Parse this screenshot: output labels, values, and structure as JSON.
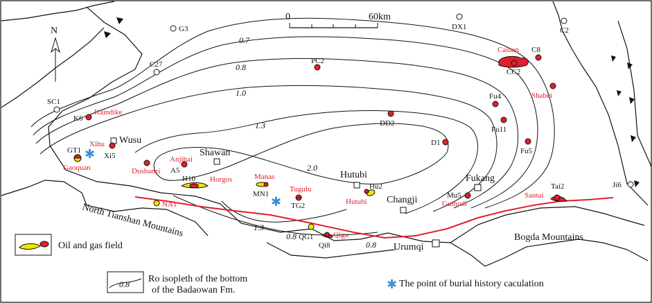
{
  "scale": {
    "start": "0",
    "end": "60km"
  },
  "north": "N",
  "colors": {
    "oil": "#e0202a",
    "gas": "#f2e600",
    "fault": "#e0202a",
    "burial": "#3a8fd6"
  },
  "isolines": {
    "l07": "0.7",
    "l08a": "0.8",
    "l10": "1.0",
    "l13a": "1.3",
    "l20": "2.0",
    "l13b": "1.3",
    "l08b": "0.8",
    "l08c": "0.8"
  },
  "regions": {
    "north_tianshan": "North Tianshan Mountains",
    "bogda": "Bogda Mountains"
  },
  "towns": {
    "wusu": "Wusu",
    "shawan": "Shawan",
    "hutubi": "Hutubi",
    "fukang": "Fukang",
    "changji": "Changji",
    "urumqi": "Urumqi"
  },
  "wells": {
    "g3": "G3",
    "c27": "C27",
    "sc1": "SC1",
    "k6": "K6",
    "gt1": "GT1",
    "xi5": "Xi5",
    "a5": "A5",
    "h10": "H10",
    "mn1": "MN1",
    "tg2": "TG2",
    "qg1": "QG1",
    "qi8": "Qi8",
    "hu2": "Hu2",
    "mu5": "Mu5",
    "pc2": "PC2",
    "dd2": "DD2",
    "d1": "D1",
    "fu4": "Fu4",
    "fu11": "Fu11",
    "fu5": "Fu5",
    "dx1": "DX1",
    "c2": "C2",
    "c8": "C8",
    "cc2": "CC2",
    "ji6": "Ji6",
    "tai2": "Tai2"
  },
  "fields": {
    "kaindike": "Kaindike",
    "xihu": "Xihu",
    "gaoquan": "Gaoquan",
    "dushanzi": "Dushanzi",
    "anjihai": "Anjihai",
    "horgos": "Horgos",
    "manas": "Manas",
    "tugulu": "Tugulu",
    "na1": "NA1",
    "qigu": "Qigu",
    "hutubi": "Hutubi",
    "gumudi": "Gumudi",
    "cainan": "Cainan",
    "shabei": "Shabei",
    "santai": "Santai"
  },
  "legend": {
    "oil_gas": "Oil and gas field",
    "iso_sample": "0.8",
    "iso_line1": "Ro isopleth of the bottom",
    "iso_line2": "of the Badaowan Fm.",
    "burial": "The point of burial history caculation"
  }
}
